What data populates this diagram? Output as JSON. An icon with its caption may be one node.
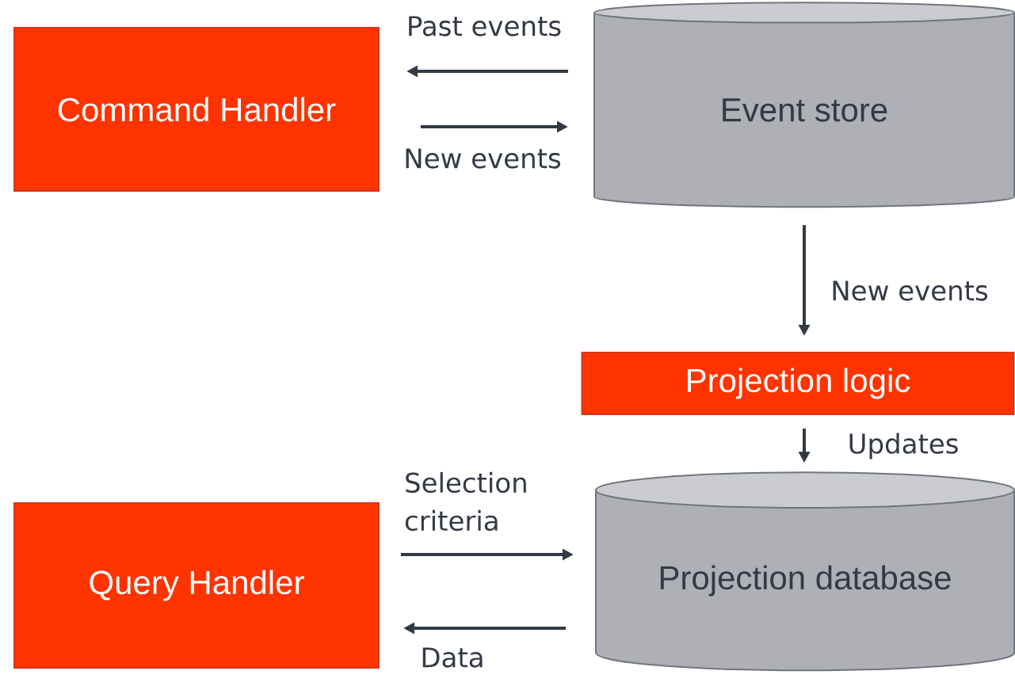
{
  "diagram": {
    "nodes": [
      {
        "text": [
          "Command Handler"
        ]
      },
      {
        "text": [
          "Event store"
        ]
      },
      {
        "text": [
          "Projection logic"
        ]
      },
      {
        "text": [
          "Query Handler"
        ]
      },
      {
        "text": [
          "Projection database"
        ]
      }
    ],
    "edges": [
      {
        "from": 1,
        "to": 0,
        "arrow": "to",
        "label": "Past events"
      },
      {
        "from": 0,
        "to": 1,
        "arrow": "to",
        "label": "New events"
      },
      {
        "from": 1,
        "to": 2,
        "arrow": "to",
        "label": "New events"
      },
      {
        "from": 2,
        "to": 4,
        "arrow": "to",
        "label": "Updates"
      },
      {
        "from": 3,
        "to": 4,
        "arrow": "to",
        "label": "Selection criteria"
      },
      {
        "from": 4,
        "to": 3,
        "arrow": "to",
        "label": "Data"
      }
    ]
  }
}
